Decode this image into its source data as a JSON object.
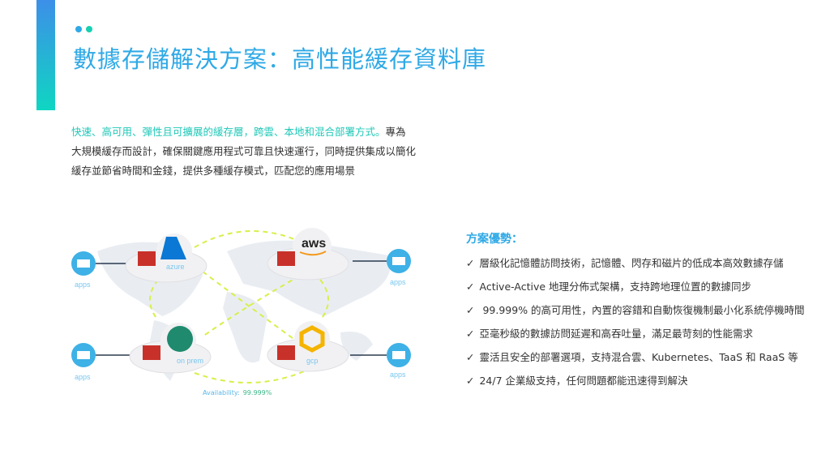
{
  "title": "數據存儲解決方案：高性能緩存資料庫",
  "intro": {
    "highlight": "快速、高可用、彈性且可擴展的緩存層，跨雲、本地和混合部署方式。",
    "body": "專為大規模緩存而設計，確保關鍵應用程式可靠且快速運行，同時提供集成以簡化緩存並節省時間和金錢，提供多種緩存模式，匹配您的應用場景"
  },
  "diagram": {
    "clouds": [
      "azure",
      "aws",
      "on prem",
      "gcp"
    ],
    "apps_label": "apps",
    "availability_label": "Availability:",
    "availability_value": "99.999%"
  },
  "advantages": {
    "title": "方案優勢：",
    "check": "✓",
    "items": [
      "層級化記憶體訪問技術，記憶體、閃存和磁片的低成本高效數據存儲",
      "Active-Active 地理分佈式架構，支持跨地理位置的數據同步",
      " 99.999% 的高可用性，內置的容錯和自動恢復機制最小化系統停機時間",
      "亞毫秒級的數據訪問延遲和高吞吐量，滿足最苛刻的性能需求",
      "靈活且安全的部署選項，支持混合雲、Kubernetes、TaaS 和 RaaS 等",
      "24/7 企業級支持，任何問題都能迅速得到解決"
    ]
  },
  "colors": {
    "accent": "#2fa9e6",
    "highlight": "#1fc8b8",
    "dot1": "#2fa9e6",
    "dot2": "#16d0b0"
  }
}
